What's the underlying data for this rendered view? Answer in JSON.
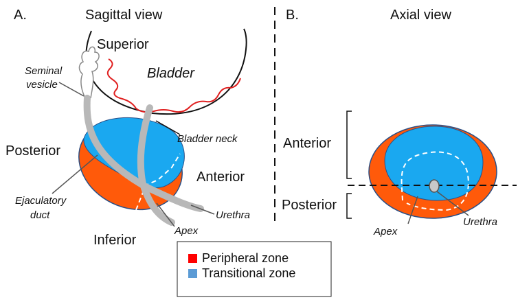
{
  "panel_a": {
    "letter": "A.",
    "title": "Sagittal view",
    "superior": "Superior",
    "bladder": "Bladder",
    "seminal_vesicle_line1": "Seminal",
    "seminal_vesicle_line2": "vesicle",
    "bladder_neck": "Bladder neck",
    "posterior": "Posterior",
    "anterior": "Anterior",
    "ejaculatory_duct_line1": "Ejaculatory",
    "ejaculatory_duct_line2": "duct",
    "urethra": "Urethra",
    "apex": "Apex",
    "inferior": "Inferior"
  },
  "panel_b": {
    "letter": "B.",
    "title": "Axial view",
    "anterior": "Anterior",
    "posterior": "Posterior",
    "apex": "Apex",
    "urethra": "Urethra"
  },
  "legend": {
    "items": [
      {
        "label": "Peripheral zone",
        "color": "#ff0000"
      },
      {
        "label": "Transitional zone",
        "color": "#5b9bd5"
      }
    ]
  },
  "colors": {
    "peripheral_fill": "#ff5a0a",
    "transitional_fill": "#1aa8f0",
    "bladder_wall": "#e02020",
    "duct_gray": "#b8b8b8"
  }
}
